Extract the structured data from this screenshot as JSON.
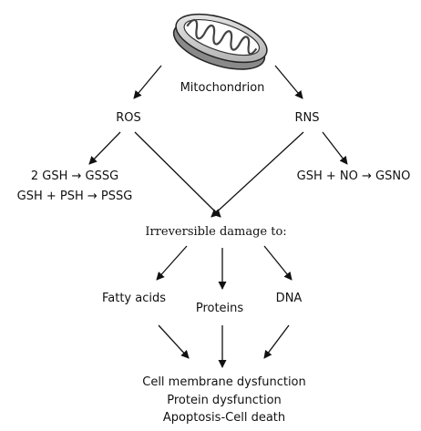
{
  "mitochondrion": {
    "label": "Mitochondrion"
  },
  "ros": {
    "label": "ROS",
    "reactions": [
      "2 GSH → GSSG",
      "GSH + PSH → PSSG"
    ]
  },
  "rns": {
    "label": "RNS",
    "reactions": [
      "GSH + NO → GSNO"
    ]
  },
  "damage": {
    "label": "Irreversible damage to:"
  },
  "targets": [
    "Fatty acids",
    "Proteins",
    "DNA"
  ],
  "outcomes": [
    "Cell membrane dysfunction",
    "Protein dysfunction",
    "Apoptosis-Cell death"
  ]
}
